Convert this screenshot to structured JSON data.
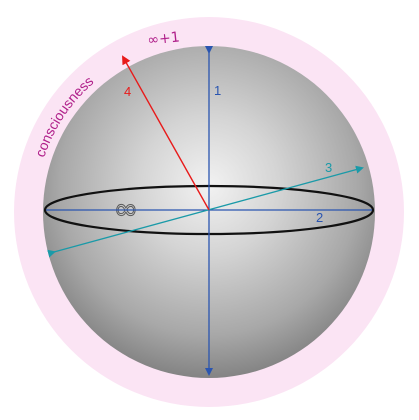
{
  "labels": {
    "outer_label": "consciousness",
    "top_label": "∞+1",
    "axis_1": "1",
    "axis_2": "2",
    "axis_3": "3",
    "axis_4": "4",
    "equator_symbol": "∞"
  },
  "colors": {
    "halo": "#fbe4f4",
    "magenta": "#b0208a",
    "axis_blue": "#2a55b0",
    "axis_teal": "#1a9aa8",
    "axis_red": "#e81a1a",
    "ellipse": "#111111"
  }
}
